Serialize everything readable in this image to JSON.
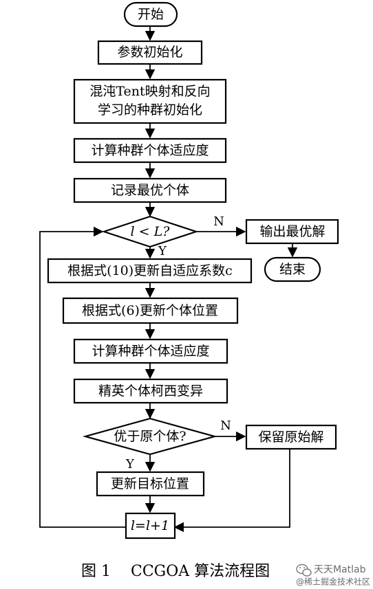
{
  "nodes": {
    "start": "开始",
    "init_params": "参数初始化",
    "chaos_init_line1": "混沌Tent映射和反向",
    "chaos_init_line2": "学习的种群初始化",
    "fitness1": "计算种群个体适应度",
    "record_best": "记录最优个体",
    "cond_loop": "l < L?",
    "output_best": "输出最优解",
    "end": "结束",
    "update_c": "根据式(10)更新自适应系数c",
    "update_pos": "根据式(6)更新个体位置",
    "fitness2": "计算种群个体适应度",
    "mutation": "精英个体柯西变异",
    "cond_better": "优于原个体?",
    "keep_orig": "保留原始解",
    "update_target": "更新目标位置",
    "increment": "l=l+1"
  },
  "edge_labels": {
    "loop_no": "N",
    "loop_yes": "Y",
    "better_no": "N",
    "better_yes": "Y"
  },
  "caption": {
    "figure_no": "图 1",
    "title": "CCGOA 算法流程图"
  },
  "watermark": {
    "line1": "天天Matlab",
    "line2": "@稀土掘金技术社区"
  }
}
